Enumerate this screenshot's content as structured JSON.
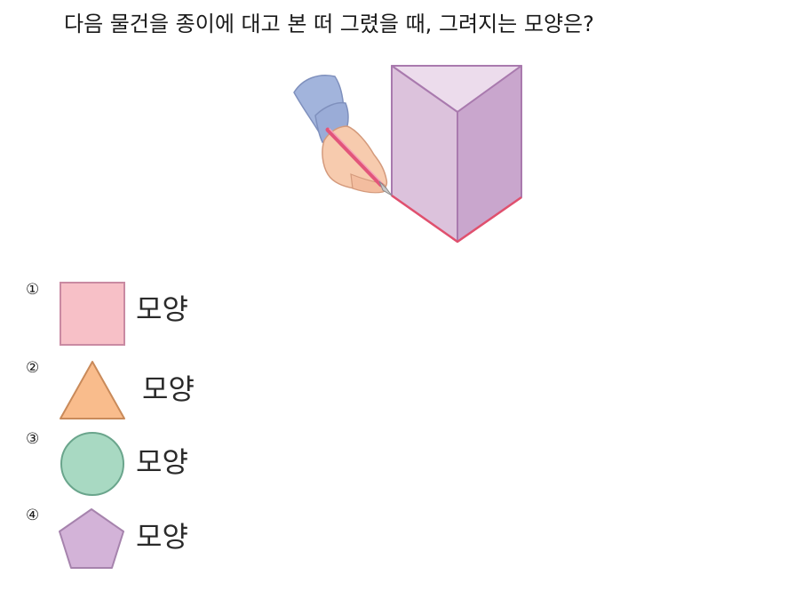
{
  "question": {
    "text": "다음 물건을 종이에 대고 본 떠 그렸을 때, 그려지는 모양은?"
  },
  "figure": {
    "object": "triangular-prism",
    "hand": "hand-holding-pencil-icon",
    "colors": {
      "prism_top": "#ecdcec",
      "prism_front": "#dcc2dc",
      "prism_side": "#c9a6cd",
      "prism_edge": "#a97aae",
      "trace_line": "#e0506e",
      "sleeve": "#a2b4dc",
      "skin": "#f7cbae",
      "pencil": "#e2557a"
    }
  },
  "options": [
    {
      "number": "①",
      "shape": "square",
      "label": "모양",
      "color": "#f7c0c7",
      "stroke": "#c98aa2"
    },
    {
      "number": "②",
      "shape": "triangle",
      "label": "모양",
      "color": "#f9bc8c",
      "stroke": "#c98a5a"
    },
    {
      "number": "③",
      "shape": "circle",
      "label": "모양",
      "color": "#a8d9c2",
      "stroke": "#6aa58c"
    },
    {
      "number": "④",
      "shape": "pentagon",
      "label": "모양",
      "color": "#d3b3d8",
      "stroke": "#a683ad"
    }
  ]
}
